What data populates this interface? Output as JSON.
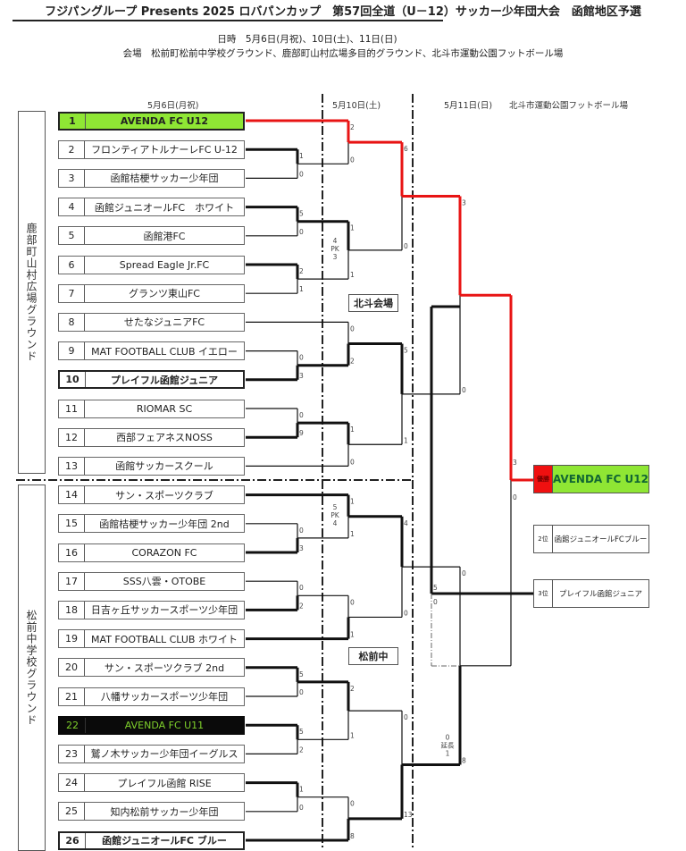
{
  "header": {
    "title": "フジパングループ Presents 2025 ロバパンカップ　第57回全道（U－12）サッカー少年団大会　函館地区予選",
    "schedule": "日時　5月6日(月祝)、10日(土)、11日(日)",
    "venues": "会場　松前町松前中学校グラウンド、鹿部町山村広場多目的グラウンド、北斗市運動公園フットボール場"
  },
  "day_labels": {
    "day1": "5月6日(月祝)",
    "day2": "5月10日(土)",
    "day3": "5月11日(日)　　北斗市運動公園フットボール場"
  },
  "side_venues": {
    "top": "鹿部町山村広場グラウンド",
    "bottom": "松前中学校グラウンド"
  },
  "venue_boxes": {
    "hokuto": "北斗会場",
    "matsumae": "松前中"
  },
  "teams": [
    {
      "num": "1",
      "name": "AVENDA FC U12",
      "style": "highlight"
    },
    {
      "num": "2",
      "name": "フロンティアトルナーレFC U-12",
      "style": ""
    },
    {
      "num": "3",
      "name": "函館桔梗サッカー少年団",
      "style": ""
    },
    {
      "num": "4",
      "name": "函館ジュニオールFC　ホワイト",
      "style": ""
    },
    {
      "num": "5",
      "name": "函館港FC",
      "style": ""
    },
    {
      "num": "6",
      "name": "Spread Eagle Jr.FC",
      "style": ""
    },
    {
      "num": "7",
      "name": "グランツ東山FC",
      "style": ""
    },
    {
      "num": "8",
      "name": "せたなジュニアFC",
      "style": ""
    },
    {
      "num": "9",
      "name": "MAT FOOTBALL CLUB イエロー",
      "style": ""
    },
    {
      "num": "10",
      "name": "プレイフル函館ジュニア",
      "style": "bold"
    },
    {
      "num": "11",
      "name": "RIOMAR SC",
      "style": ""
    },
    {
      "num": "12",
      "name": "西部フェアネスNOSS",
      "style": ""
    },
    {
      "num": "13",
      "name": "函館サッカースクール",
      "style": ""
    },
    {
      "num": "14",
      "name": "サン・スポーツクラブ",
      "style": ""
    },
    {
      "num": "15",
      "name": "函館桔梗サッカー少年団 2nd",
      "style": ""
    },
    {
      "num": "16",
      "name": "CORAZON FC",
      "style": ""
    },
    {
      "num": "17",
      "name": "SSS八雲・OTOBE",
      "style": ""
    },
    {
      "num": "18",
      "name": "日吉ヶ丘サッカースポーツ少年団",
      "style": ""
    },
    {
      "num": "19",
      "name": "MAT FOOTBALL CLUB ホワイト",
      "style": ""
    },
    {
      "num": "20",
      "name": "サン・スポーツクラブ 2nd",
      "style": ""
    },
    {
      "num": "21",
      "name": "八幡サッカースポーツ少年団",
      "style": ""
    },
    {
      "num": "22",
      "name": "AVENDA FC U11",
      "style": "dark"
    },
    {
      "num": "23",
      "name": "鷲ノ木サッカー少年団イーグルス",
      "style": ""
    },
    {
      "num": "24",
      "name": "プレイフル函館 RISE",
      "style": ""
    },
    {
      "num": "25",
      "name": "知内松前サッカー少年団",
      "style": ""
    },
    {
      "num": "26",
      "name": "函館ジュニオールFC ブルー",
      "style": "bold"
    }
  ],
  "results": {
    "first": {
      "rank": "優勝",
      "name": "AVENDA FC U12"
    },
    "second": {
      "rank": "2位",
      "name": "函館ジュニオールFCブルー"
    },
    "third": {
      "rank": "3位",
      "name": "プレイフル函館ジュニア"
    }
  },
  "matches": {
    "r1": [
      {
        "a": 2,
        "b": 3,
        "sa": "1",
        "sb": "0"
      },
      {
        "a": 4,
        "b": 5,
        "sa": "5",
        "sb": "0"
      },
      {
        "a": 6,
        "b": 7,
        "sa": "2",
        "sb": "1"
      },
      {
        "a": 9,
        "b": 10,
        "sa": "0",
        "sb": "3"
      },
      {
        "a": 11,
        "b": 12,
        "sa": "0",
        "sb": "9"
      },
      {
        "a": 15,
        "b": 16,
        "sa": "0",
        "sb": "3"
      },
      {
        "a": 17,
        "b": 18,
        "sa": "0",
        "sb": "2"
      },
      {
        "a": 20,
        "b": 21,
        "sa": "5",
        "sb": "0"
      },
      {
        "a": 22,
        "b": 23,
        "sa": "5",
        "sb": "2"
      },
      {
        "a": 24,
        "b": 25,
        "sa": "1",
        "sb": "0"
      }
    ],
    "r2": [
      {
        "label": "1 vs (2-3)",
        "sa": "2",
        "sb": "0"
      },
      {
        "label": "(4-5) vs (6-7)",
        "sa": "1",
        "sb": "1",
        "pk": "4\nPK\n3"
      },
      {
        "label": "8 vs (9-10)",
        "sa": "0",
        "sb": "2"
      },
      {
        "label": "(11-12) vs 13",
        "sa": "1",
        "sb": "0"
      },
      {
        "label": "14 vs (15-16)",
        "sa": "1",
        "sb": "1",
        "pk": "5\nPK\n4"
      },
      {
        "label": "(17-18) vs 19",
        "sa": "0",
        "sb": "1"
      },
      {
        "label": "(20-21) vs (22-23)",
        "sa": "2",
        "sb": "1"
      },
      {
        "label": "(24-25) vs 26",
        "sa": "0",
        "sb": "8"
      }
    ],
    "qf": [
      {
        "sa": "6",
        "sb": "0"
      },
      {
        "sa": "5",
        "sb": "1"
      },
      {
        "sa": "4",
        "sb": "0"
      },
      {
        "sa": "0",
        "sb": "13"
      }
    ],
    "sf": [
      {
        "sa": "3",
        "sb": "0"
      },
      {
        "sa": "0",
        "sb": "8",
        "extra": "0\n延長\n1"
      }
    ],
    "third_place": {
      "sa": "5",
      "sb": "0"
    },
    "final": {
      "sa": "3",
      "sb": "0"
    }
  },
  "colors": {
    "winner_path": "#e81414",
    "highlight_green": "#8fe634",
    "winner_rank_red": "#f01010"
  }
}
